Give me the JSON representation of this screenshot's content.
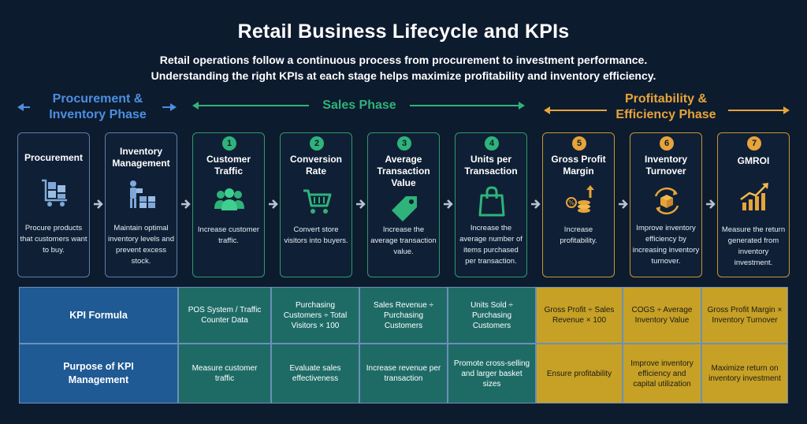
{
  "header": {
    "title": "Retail Business Lifecycle and KPIs",
    "subtitle_line1": "Retail operations follow a continuous process from procurement to investment performance.",
    "subtitle_line2": "Understanding the right KPIs at each stage helps maximize profitability and inventory efficiency."
  },
  "phases": {
    "procurement": {
      "line1": "Procurement &",
      "line2": "Inventory Phase",
      "color": "#4c8fe0"
    },
    "sales": {
      "label": "Sales Phase",
      "color": "#2fb37a"
    },
    "profitability": {
      "line1": "Profitability &",
      "line2": "Efficiency Phase",
      "color": "#e7a43a"
    }
  },
  "cards": [
    {
      "number": "",
      "title": "Procurement",
      "desc": "Procure products that customers want to buy.",
      "icon": "cart-boxes-icon"
    },
    {
      "number": "",
      "title": "Inventory Management",
      "desc": "Maintain optimal inventory levels and prevent excess stock.",
      "icon": "warehouse-worker-icon"
    },
    {
      "number": "1",
      "title": "Customer Traffic",
      "desc": "Increase customer traffic.",
      "icon": "people-icon"
    },
    {
      "number": "2",
      "title": "Conversion Rate",
      "desc": "Convert store visitors into buyers.",
      "icon": "shopping-cart-icon"
    },
    {
      "number": "3",
      "title": "Average Transaction Value",
      "desc": "Increase the average transaction value.",
      "icon": "price-tag-icon"
    },
    {
      "number": "4",
      "title": "Units per Transaction",
      "desc": "Increase the average number of items purchased per transaction.",
      "icon": "shopping-bag-icon"
    },
    {
      "number": "5",
      "title": "Gross Profit Margin",
      "desc": "Increase profitability.",
      "icon": "coins-up-icon"
    },
    {
      "number": "6",
      "title": "Inventory Turnover",
      "desc": "Improve inventory efficiency by increasing inventory turnover.",
      "icon": "box-cycle-icon"
    },
    {
      "number": "7",
      "title": "GMROI",
      "desc": "Measure the return generated from inventory investment.",
      "icon": "growth-chart-icon"
    }
  ],
  "table": {
    "row1_label": "KPI Formula",
    "row2_label": "Purpose of KPI Management",
    "formulas": [
      "POS System / Traffic Counter Data",
      "Purchasing Customers ÷ Total Visitors × 100",
      "Sales Revenue ÷ Purchasing Customers",
      "Units Sold ÷ Purchasing Customers",
      "Gross Profit ÷ Sales Revenue × 100",
      "COGS ÷ Average Inventory Value",
      "Gross Profit Margin × Inventory Turnover"
    ],
    "purposes": [
      "Measure customer traffic",
      "Evaluate sales effectiveness",
      "Increase revenue per transaction",
      "Promote cross-selling and larger basket sizes",
      "Ensure profitability",
      "Improve inventory efficiency and capital utilization",
      "Maximize return on inventory investment"
    ]
  }
}
